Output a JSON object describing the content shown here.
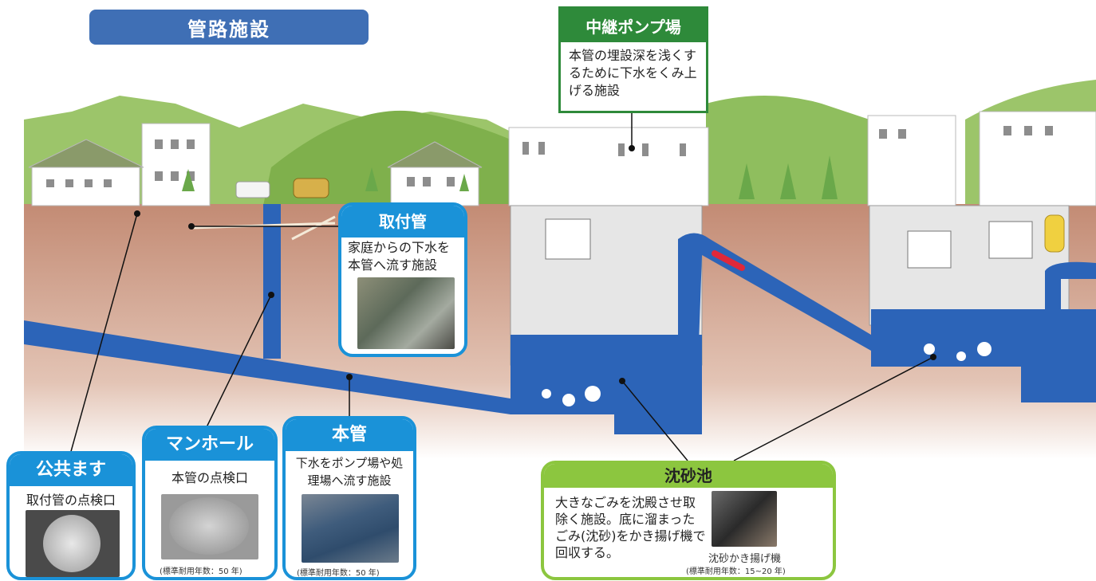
{
  "title": "管路施設",
  "pump_station": {
    "title": "中継ポンプ場",
    "description": "本管の埋設深を浅くするために下水をくみ上げる施設"
  },
  "callouts": {
    "toritsuke": {
      "title": "取付管",
      "description": "家庭からの下水を本管へ流す施設"
    },
    "koukyou_masu": {
      "title": "公共ます",
      "description": "取付管の点検口"
    },
    "manhole": {
      "title": "マンホール",
      "description": "本管の点検口",
      "note": "(標準耐用年数：50 年)"
    },
    "honkan": {
      "title": "本管",
      "description": "下水をポンプ場や処理場へ流す施設",
      "note": "(標準耐用年数：50 年)"
    },
    "chinsachi": {
      "title": "沈砂池",
      "description": "大きなごみを沈殿させ取除く施設。底に溜まったごみ(沈砂)をかき揚げ機で回収する。",
      "photo_caption": "沈砂かき揚げ機",
      "note": "(標準耐用年数：15~20 年)"
    }
  },
  "colors": {
    "title_blue": "#3f6fb5",
    "callout_blue": "#1a92d8",
    "pump_green": "#2e8a3a",
    "chinsa_green": "#8cc63f",
    "soil": "#c8937c",
    "water": "#2c64b8",
    "hill": "#7fb04c"
  }
}
